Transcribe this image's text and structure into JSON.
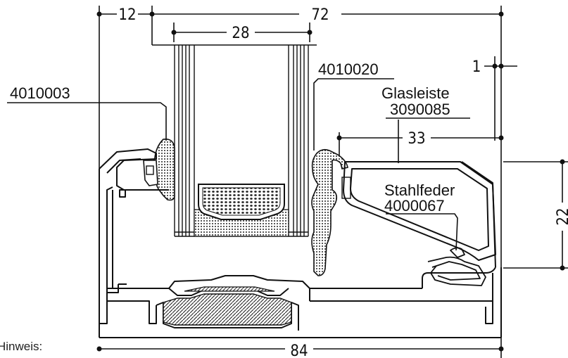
{
  "dimensions": {
    "d12": "12",
    "d72": "72",
    "d28": "28",
    "d1": "1",
    "d33": "33",
    "d22": "22",
    "d84": "84"
  },
  "labels": {
    "gasket_left": "4010003",
    "gasket_right": "4010020",
    "glazing_bead_name": "Glasleiste",
    "glazing_bead_code": "3090085",
    "spring_name": "Stahlfeder",
    "spring_code": "4000067"
  },
  "note": "Hinweis:",
  "colors": {
    "line": "#111111",
    "stipple": "#2a2a2a",
    "glass": "#ffffff"
  }
}
